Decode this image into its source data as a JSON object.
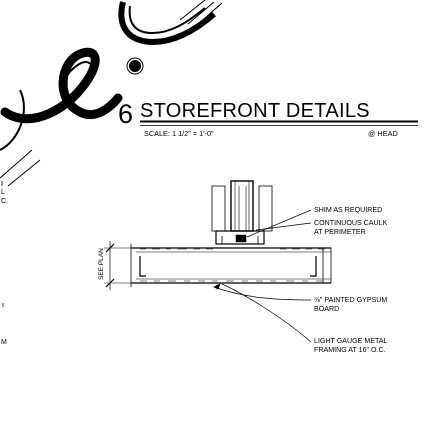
{
  "detail": {
    "number": "6",
    "title": "STOREFRONT DETAILS",
    "scale": "SCALE: 1 1/2\" = 1'-0\"",
    "section": "@ HEAD"
  },
  "notes": {
    "shim": "SHIM AS REQUIRED",
    "caulk_line1": "CONTINUOUS CAULK",
    "caulk_line2": "AT PERIMETER",
    "gypsum_line1": "⅝\" PAINTED GYPSUM",
    "gypsum_line2": "BOARD",
    "framing_line1": "LIGHT GAUGE METAL",
    "framing_line2": "FRAMING AT 16\" O.C."
  },
  "dimension": {
    "label": "SEE PLAN"
  },
  "left_edge_fragments": [
    "L",
    "C.",
    "M"
  ],
  "colors": {
    "ink": "#000000",
    "paper": "#ffffff"
  }
}
